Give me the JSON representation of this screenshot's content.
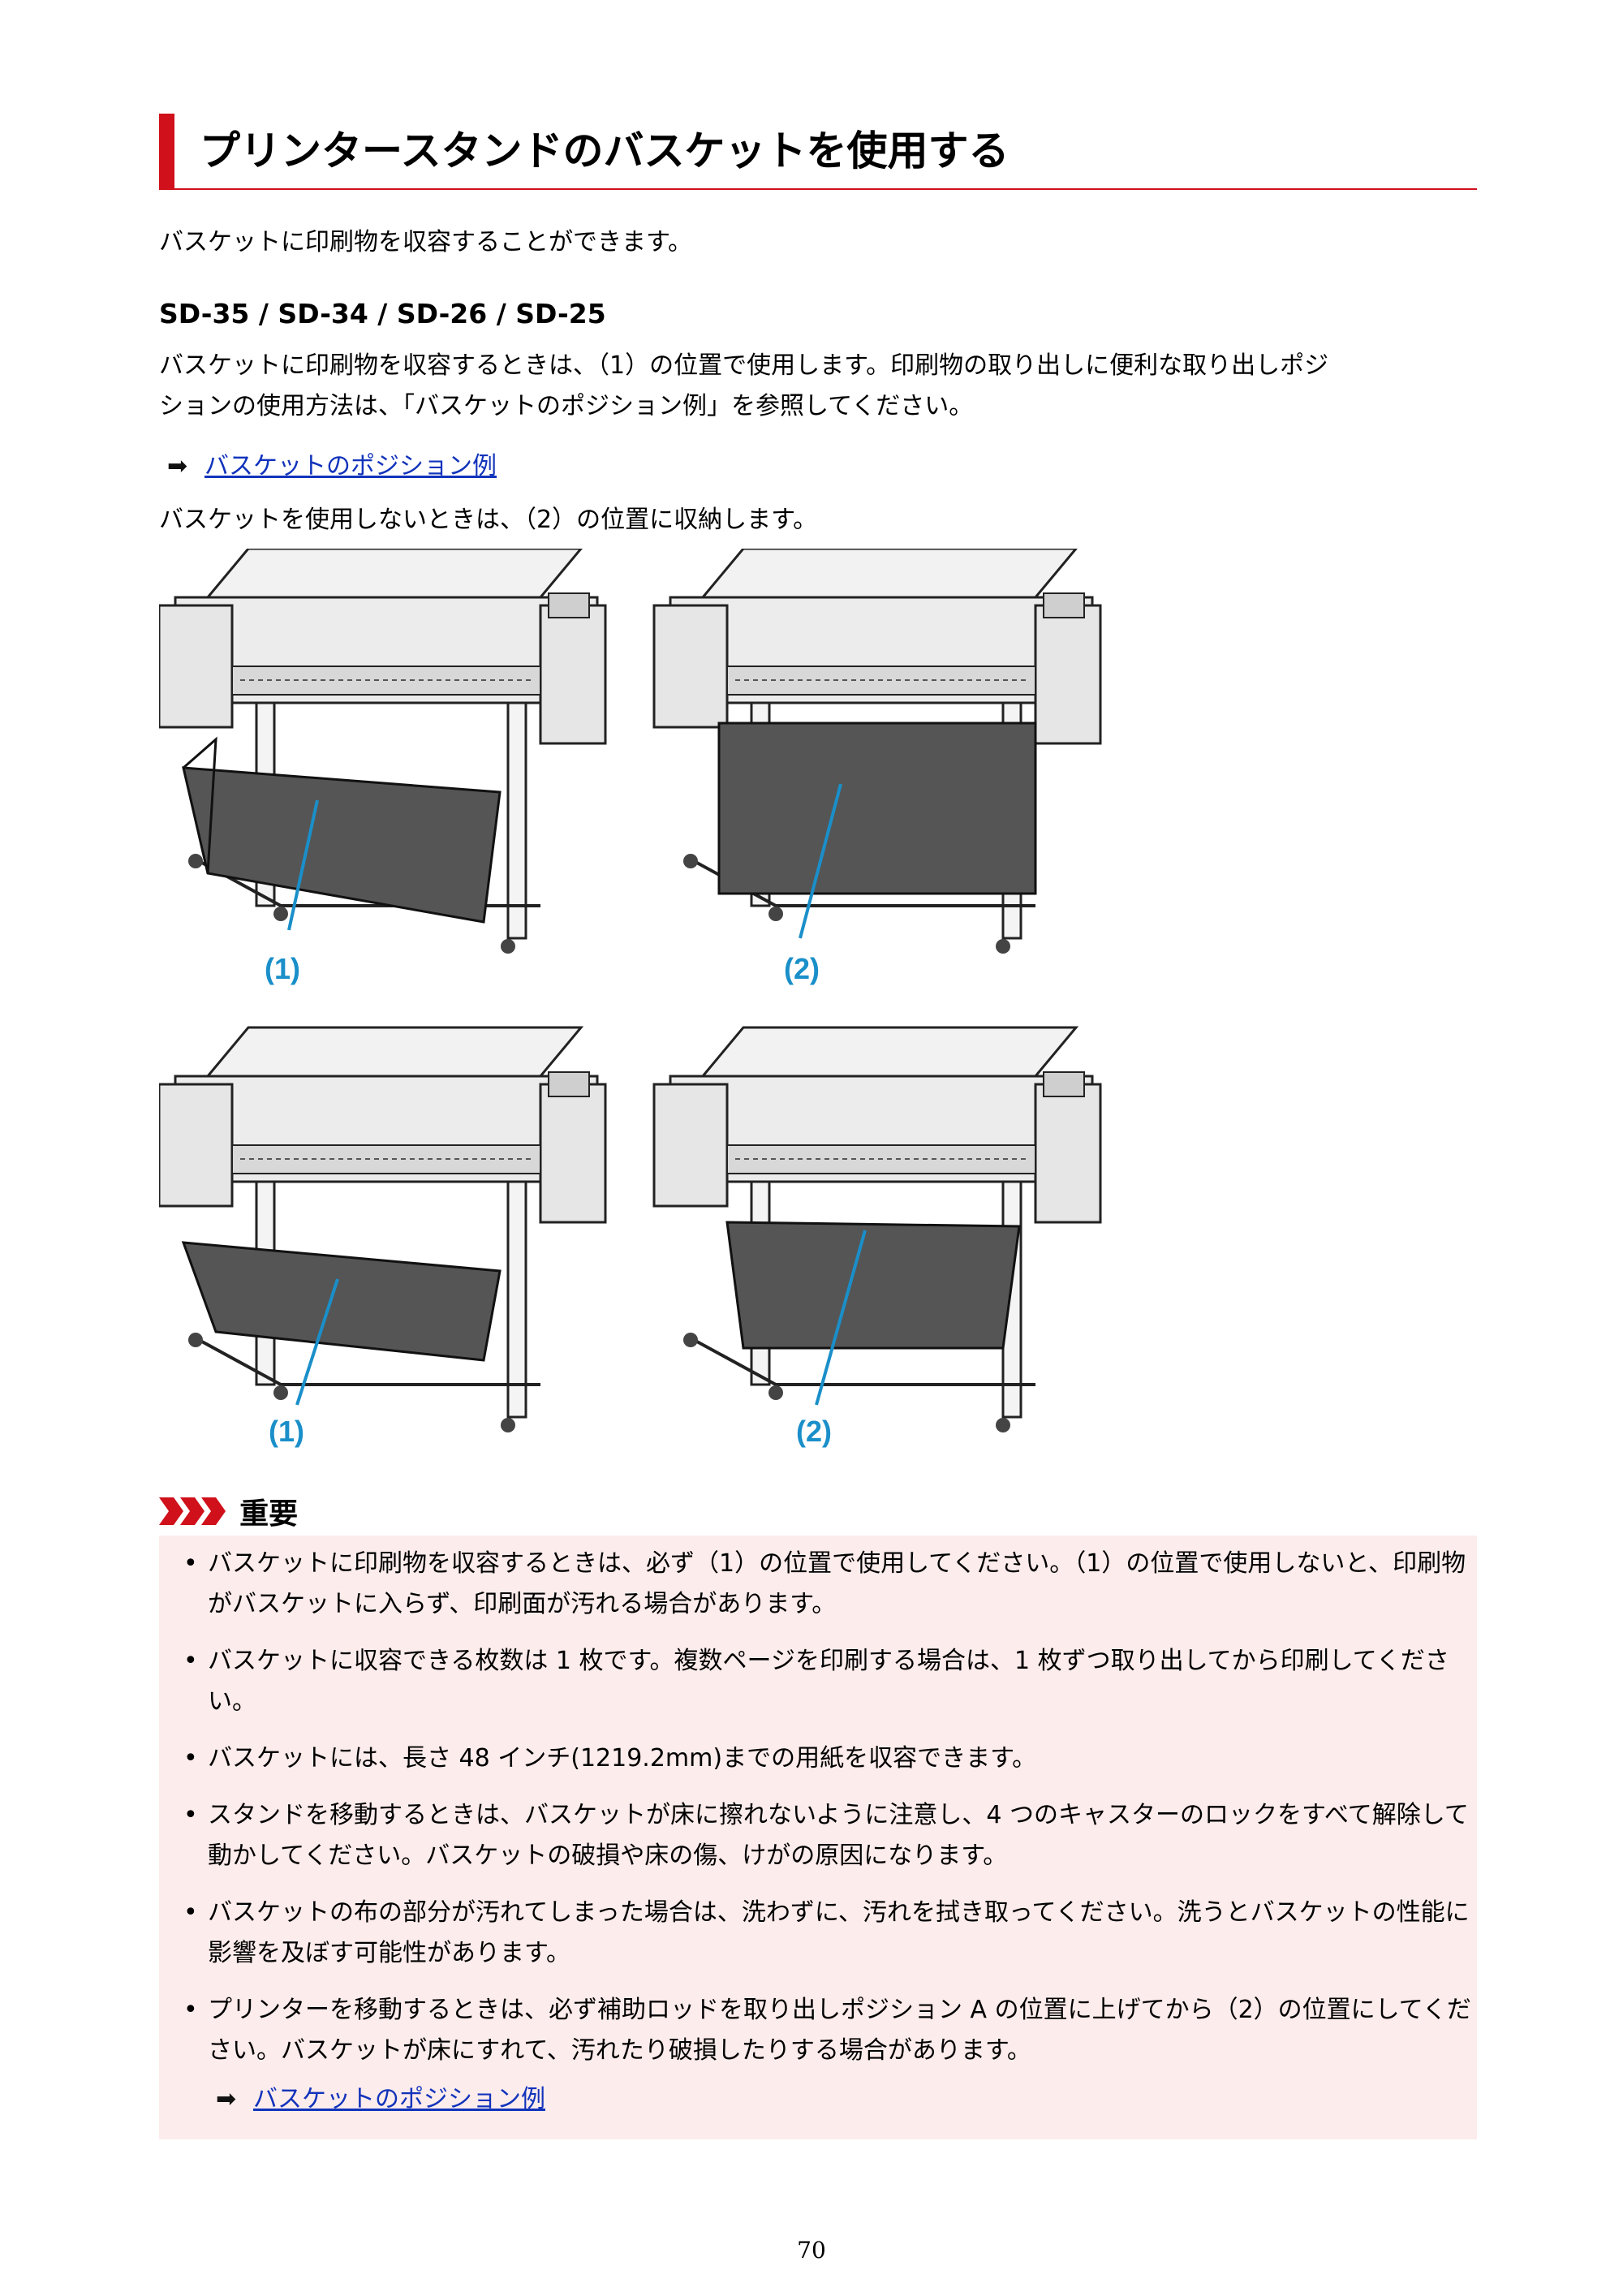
{
  "title": "プリンタースタンドのバスケットを使用する",
  "intro": "バスケットに印刷物を収容することができます。",
  "model_heading": "SD-35 / SD-34 / SD-26 / SD-25",
  "usage_line1": "バスケットに印刷物を収容するときは、（1）の位置で使用します。印刷物の取り出しに便利な取り出しポジ",
  "usage_line2": "ションの使用方法は、「バスケットのポジション例」を参照してください。",
  "link_label": "バスケットのポジション例",
  "storage_text": "バスケットを使用しないときは、（2）の位置に収納します。",
  "figure_labels": {
    "top_left": "(1)",
    "top_right": "(2)",
    "bottom_left": "(1)",
    "bottom_right": "(2)"
  },
  "important": {
    "heading": "重要",
    "items": [
      "バスケットに印刷物を収容するときは、必ず（1）の位置で使用してください。（1）の位置で使用しないと、印刷物がバスケットに入らず、印刷面が汚れる場合があります。",
      "バスケットに収容できる枚数は 1 枚です。複数ページを印刷する場合は、1 枚ずつ取り出してから印刷してください。",
      "バスケットには、長さ 48 インチ(1219.2mm)までの用紙を収容できます。",
      "スタンドを移動するときは、バスケットが床に擦れないように注意し、4 つのキャスターのロックをすべて解除して動かしてください。バスケットの破損や床の傷、けがの原因になります。",
      "バスケットの布の部分が汚れてしまった場合は、洗わずに、汚れを拭き取ってください。洗うとバスケットの性能に影響を及ぼす可能性があります。",
      "プリンターを移動するときは、必ず補助ロッドを取り出しポジション A の位置に上げてから（2）の位置にしてください。バスケットが床にすれて、汚れたり破損したりする場合があります。"
    ],
    "link_label": "バスケットのポジション例"
  },
  "page_number": "70",
  "colors": {
    "accent_red": "#d0101b",
    "link_blue": "#1133bb",
    "callout_blue": "#1a8fc9",
    "important_bg": "#fdecec"
  }
}
